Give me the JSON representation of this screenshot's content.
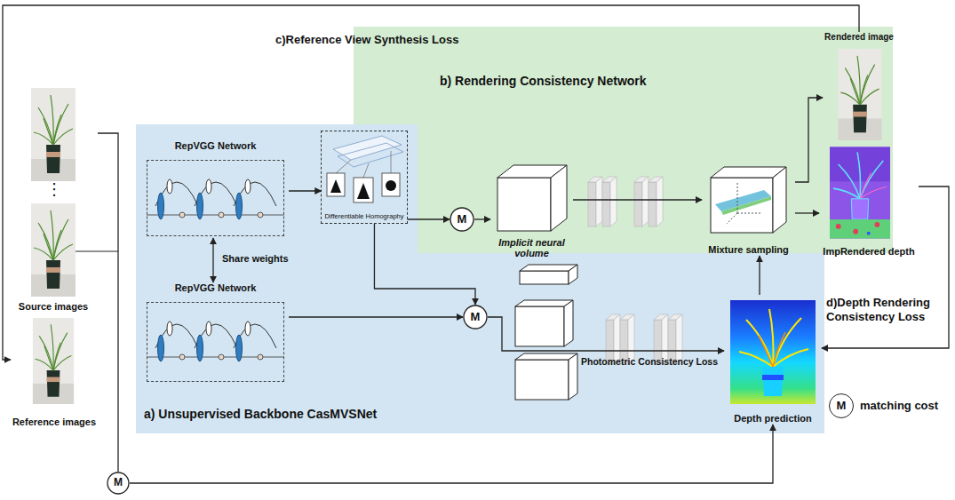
{
  "diagram": {
    "nodes": [
      {
        "text": [
          "Source images"
        ]
      },
      {
        "text": [
          "Reference images"
        ]
      },
      {
        "text": [
          "a) Unsupervised Backbone CasMVSNet"
        ]
      },
      {
        "text": [
          "RepVGG Network"
        ],
        "in": 2
      },
      {
        "text": [
          "RepVGG Network"
        ],
        "in": 2
      },
      {
        "text": [
          "Differentiable Homography"
        ],
        "in": 2
      },
      {
        "text": [
          "M"
        ],
        "in": 2
      },
      {
        "text": [
          "Depth prediction"
        ],
        "in": 2
      },
      {
        "text": [
          "b) Rendering Consistency Network"
        ]
      },
      {
        "text": [
          "M"
        ],
        "in": 8
      },
      {
        "text": [
          "Implicit neural volume"
        ],
        "in": 8
      },
      {
        "text": [
          "Mixture sampling"
        ],
        "in": 8
      },
      {
        "text": [
          "Rendered image"
        ],
        "in": 8
      },
      {
        "text": [
          "ImpRendered depth"
        ],
        "in": 8
      },
      {
        "text": [
          "M"
        ]
      }
    ],
    "edges": [
      {
        "from": 3,
        "to": 4,
        "arrow": "both",
        "label": "Share weights"
      },
      {
        "from": 3,
        "to": 5,
        "arrow": "to"
      },
      {
        "from": 5,
        "to": 9,
        "arrow": "to"
      },
      {
        "from": 5,
        "to": 6,
        "arrow": "to"
      },
      {
        "from": 4,
        "to": 6,
        "arrow": "to"
      },
      {
        "from": 6,
        "to": 7,
        "arrow": "to"
      },
      {
        "from": 9,
        "to": 10,
        "arrow": "to"
      },
      {
        "from": 10,
        "to": 11,
        "arrow": "to"
      },
      {
        "from": 7,
        "to": 11,
        "arrow": "to"
      },
      {
        "from": 11,
        "to": 12,
        "arrow": "to"
      },
      {
        "from": 11,
        "to": 13,
        "arrow": "to"
      },
      {
        "from": 12,
        "to": 1,
        "arrow": "to",
        "label": "c)Reference View Synthesis Loss"
      },
      {
        "from": 13,
        "to": 7,
        "arrow": "to",
        "label": "d)Depth Rendering Consistency Loss"
      },
      {
        "from": 0,
        "to": 14,
        "arrow": "none"
      },
      {
        "from": 14,
        "to": 7,
        "arrow": "to"
      }
    ],
    "labels": [
      "⋮",
      "Photometric Consistency Loss",
      "M"
    ],
    "legend": [
      {
        "text": "matching cost"
      }
    ]
  }
}
